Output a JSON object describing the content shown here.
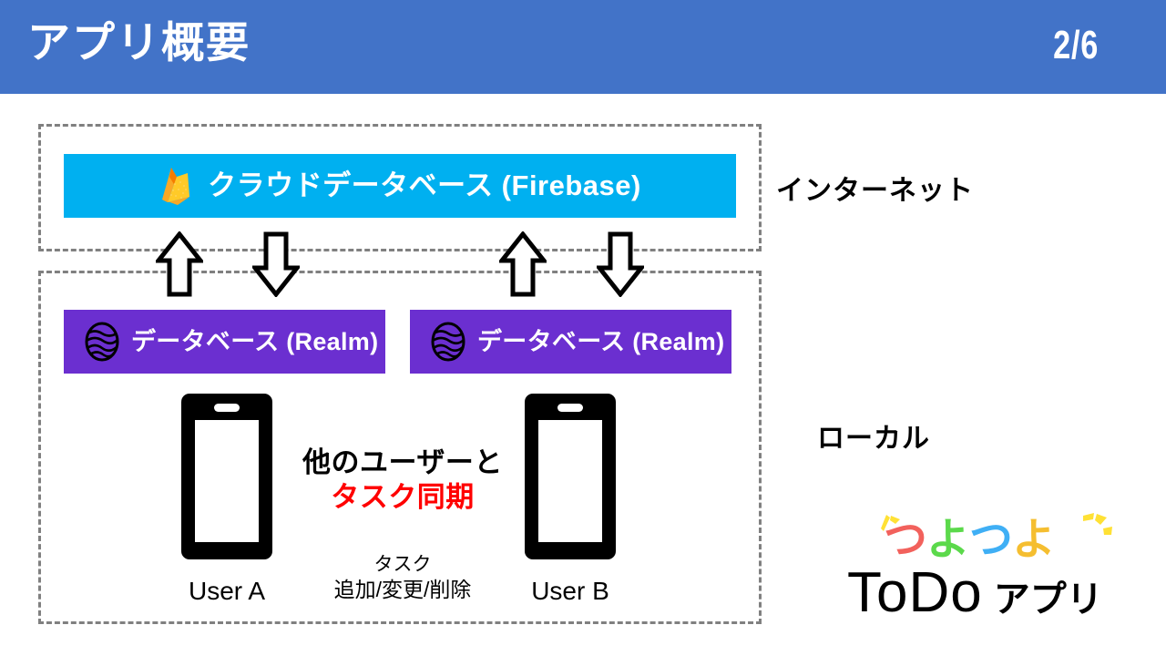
{
  "header": {
    "title": "アプリ概要",
    "page_indicator": "2/6",
    "background_color": "#4273C8",
    "text_color": "#FFFFFF"
  },
  "zones": {
    "internet": {
      "label": "インターネット",
      "border_style": "dashed",
      "border_color": "#808080"
    },
    "local": {
      "label": "ローカル",
      "border_style": "dashed",
      "border_color": "#808080"
    }
  },
  "cloud_database": {
    "label": "クラウドデータベース (Firebase)",
    "icon": "firebase-flame-icon",
    "background_color": "#00B0F0",
    "text_color": "#FFFFFF"
  },
  "local_databases": [
    {
      "label": "データベース (Realm)",
      "icon": "realm-globe-icon",
      "background_color": "#6B2FD0",
      "text_color": "#FFFFFF"
    },
    {
      "label": "データベース (Realm)",
      "icon": "realm-globe-icon",
      "background_color": "#6B2FD0",
      "text_color": "#FFFFFF"
    }
  ],
  "arrows": [
    {
      "direction": "up",
      "icon": "arrow-up-icon",
      "group": "user-a"
    },
    {
      "direction": "down",
      "icon": "arrow-down-icon",
      "group": "user-a"
    },
    {
      "direction": "up",
      "icon": "arrow-up-icon",
      "group": "user-b"
    },
    {
      "direction": "down",
      "icon": "arrow-down-icon",
      "group": "user-b"
    }
  ],
  "users": [
    {
      "label": "User A",
      "icon": "smartphone-icon"
    },
    {
      "label": "User B",
      "icon": "smartphone-icon"
    }
  ],
  "center_message": {
    "line1": "他のユーザーと",
    "line2": "タスク同期",
    "line1_color": "#000000",
    "line2_color": "#FF0000"
  },
  "task_operations": {
    "line1": "タスク",
    "line2": "追加/変更/削除"
  },
  "logo": {
    "kana": [
      "つ",
      "よ",
      "つ",
      "よ"
    ],
    "kana_colors": [
      "#F2615C",
      "#5BD94B",
      "#3FAFF5",
      "#F5BE30"
    ],
    "sparkle_color": "#FFE135",
    "main_text": "ToDo",
    "suffix_text": "アプリ",
    "main_color": "#000000"
  }
}
